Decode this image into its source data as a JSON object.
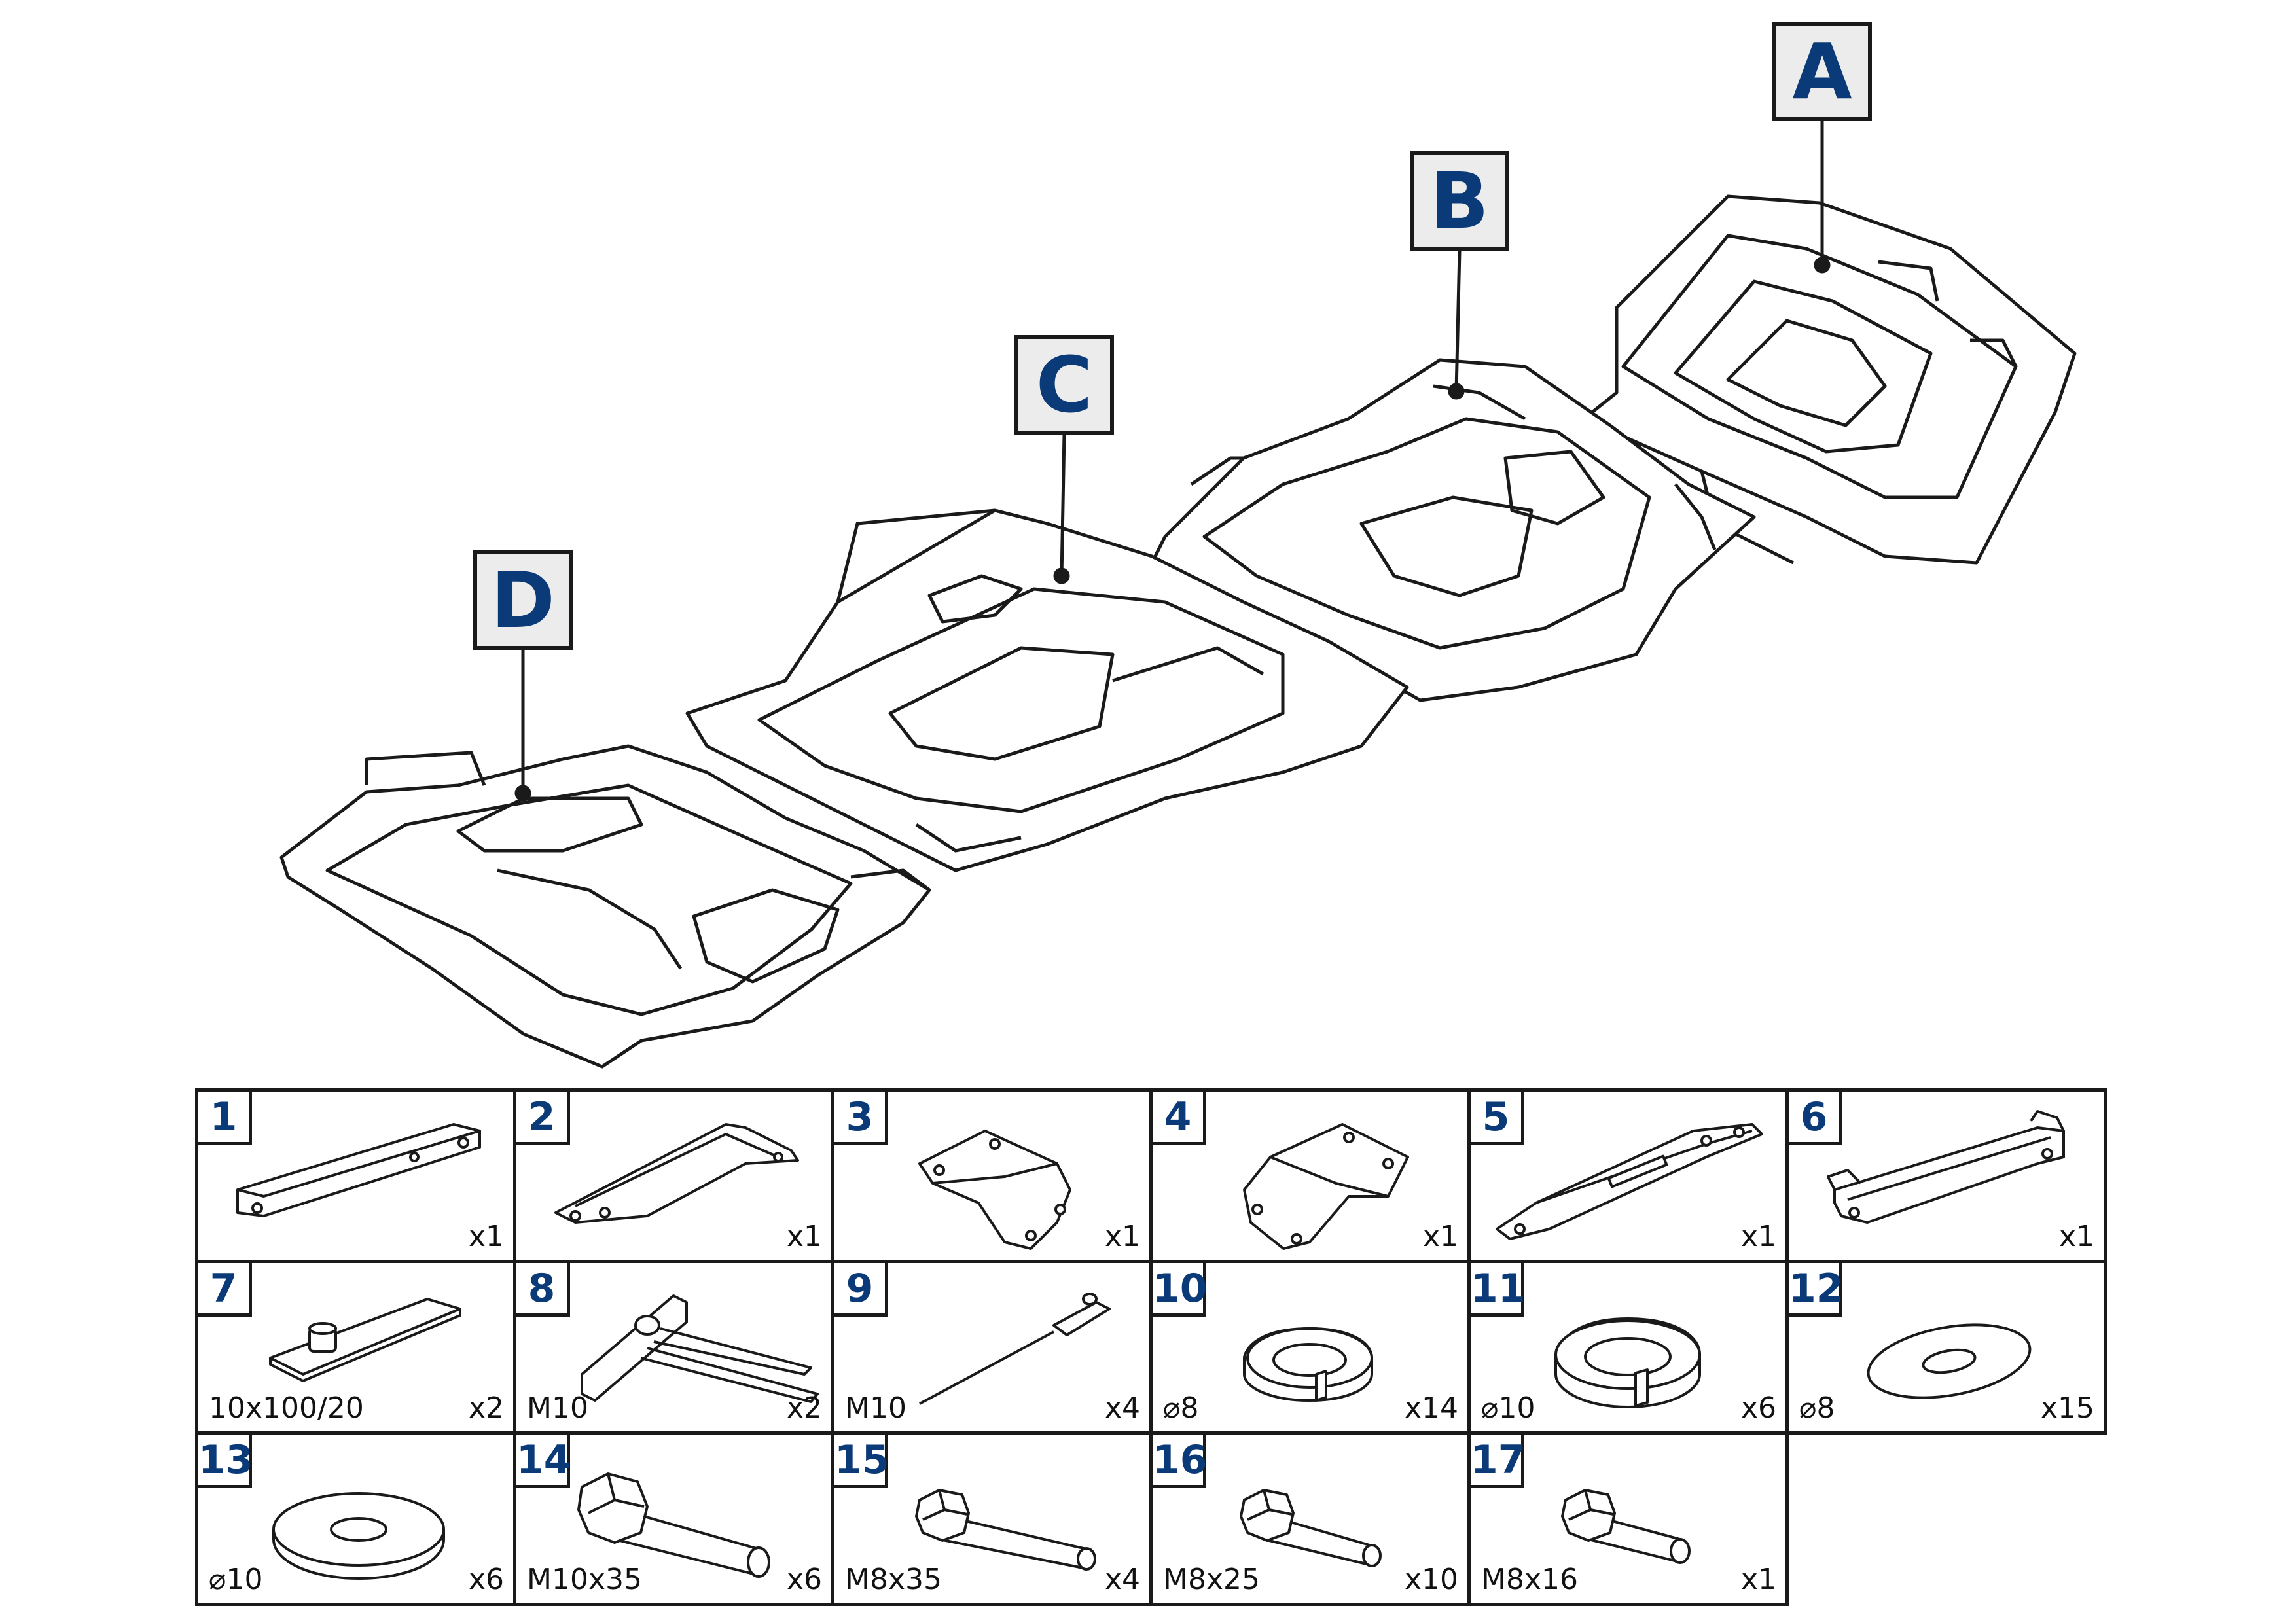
{
  "colors": {
    "label_blue": "#0b3a78",
    "callout_fill": "#ececec",
    "line": "#1a1a1a"
  },
  "diagram": {
    "callouts": {
      "a": "A",
      "b": "B",
      "c": "C",
      "d": "D"
    }
  },
  "parts": [
    {
      "num": "1",
      "spec": "",
      "qty": "x1",
      "icon": "rail-bracket-icon"
    },
    {
      "num": "2",
      "spec": "",
      "qty": "x1",
      "icon": "angled-bracket-icon"
    },
    {
      "num": "3",
      "spec": "",
      "qty": "x1",
      "icon": "bent-plate-bracket-icon"
    },
    {
      "num": "4",
      "spec": "",
      "qty": "x1",
      "icon": "bent-plate-bracket-icon"
    },
    {
      "num": "5",
      "spec": "",
      "qty": "x1",
      "icon": "long-slotted-bracket-icon"
    },
    {
      "num": "6",
      "spec": "",
      "qty": "x1",
      "icon": "channel-bracket-icon"
    },
    {
      "num": "7",
      "spec": "10x100/20",
      "qty": "x2",
      "icon": "nut-plate-icon"
    },
    {
      "num": "8",
      "spec": "M10",
      "qty": "x2",
      "icon": "clip-nut-with-wire-icon"
    },
    {
      "num": "9",
      "spec": "M10",
      "qty": "x4",
      "icon": "wire-guide-nut-icon"
    },
    {
      "num": "10",
      "spec": "⌀8",
      "qty": "x14",
      "icon": "spring-washer-icon"
    },
    {
      "num": "11",
      "spec": "⌀10",
      "qty": "x6",
      "icon": "spring-washer-icon"
    },
    {
      "num": "12",
      "spec": "⌀8",
      "qty": "x15",
      "icon": "flat-washer-icon"
    },
    {
      "num": "13",
      "spec": "⌀10",
      "qty": "x6",
      "icon": "flat-washer-icon"
    },
    {
      "num": "14",
      "spec": "M10x35",
      "qty": "x6",
      "icon": "hex-bolt-icon"
    },
    {
      "num": "15",
      "spec": "M8x35",
      "qty": "x4",
      "icon": "hex-bolt-icon"
    },
    {
      "num": "16",
      "spec": "M8x25",
      "qty": "x10",
      "icon": "hex-bolt-icon"
    },
    {
      "num": "17",
      "spec": "M8x16",
      "qty": "x1",
      "icon": "hex-bolt-icon"
    }
  ]
}
